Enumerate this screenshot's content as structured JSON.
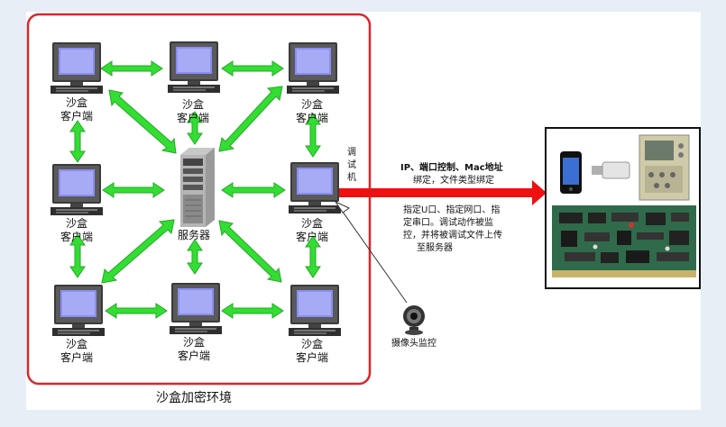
{
  "sandbox": {
    "title": "沙盒加密环境",
    "client_label_line1": "沙盒",
    "client_label_line2": "客户端",
    "server_label": "服务器"
  },
  "debug_label": [
    "调",
    "试",
    "机"
  ],
  "annotation": {
    "line1": "IP、端口控制、Mac地址",
    "line2": "绑定，文件类型绑定",
    "line3": "指定U口、指定网口、指",
    "line4": "定串口。调试动作被监",
    "line5": "控，并将被调试文件上传",
    "line6": "至服务器"
  },
  "camera_label": "摄像头监控",
  "colors": {
    "frame": "#d9262c",
    "arrow_green": "#33dd33",
    "arrow_red": "#ee1111",
    "screen": "#8a8ef0"
  }
}
